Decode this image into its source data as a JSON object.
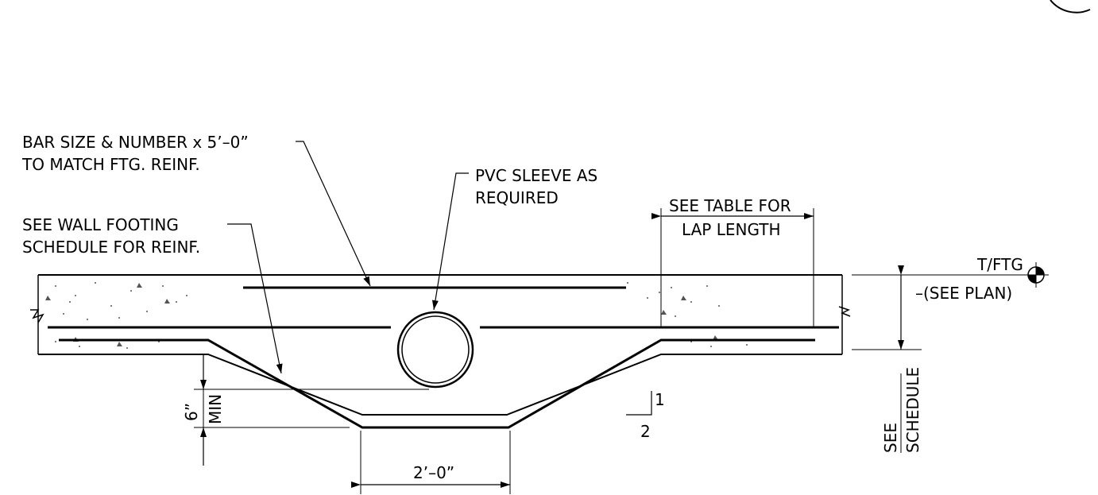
{
  "notes": {
    "bar_line1": "BAR SIZE & NUMBER x 5’–0”",
    "bar_line2": "TO MATCH FTG. REINF.",
    "pvc_line1": "PVC SLEEVE AS",
    "pvc_line2": "REQUIRED",
    "lap_line1": "SEE TABLE FOR",
    "lap_line2": "LAP LENGTH",
    "wall_line1": "SEE WALL FOOTING",
    "wall_line2": "SCHEDULE FOR REINF."
  },
  "elevation": {
    "label": "T/FTG",
    "note": "–(SEE PLAN)"
  },
  "dimensions": {
    "depth_value": "6”",
    "depth_qualifier": "MIN",
    "width_value": "2’–0”",
    "slope_rise": "1",
    "slope_run": "2",
    "thickness_line1": "SEE",
    "thickness_line2": "SCHEDULE"
  }
}
